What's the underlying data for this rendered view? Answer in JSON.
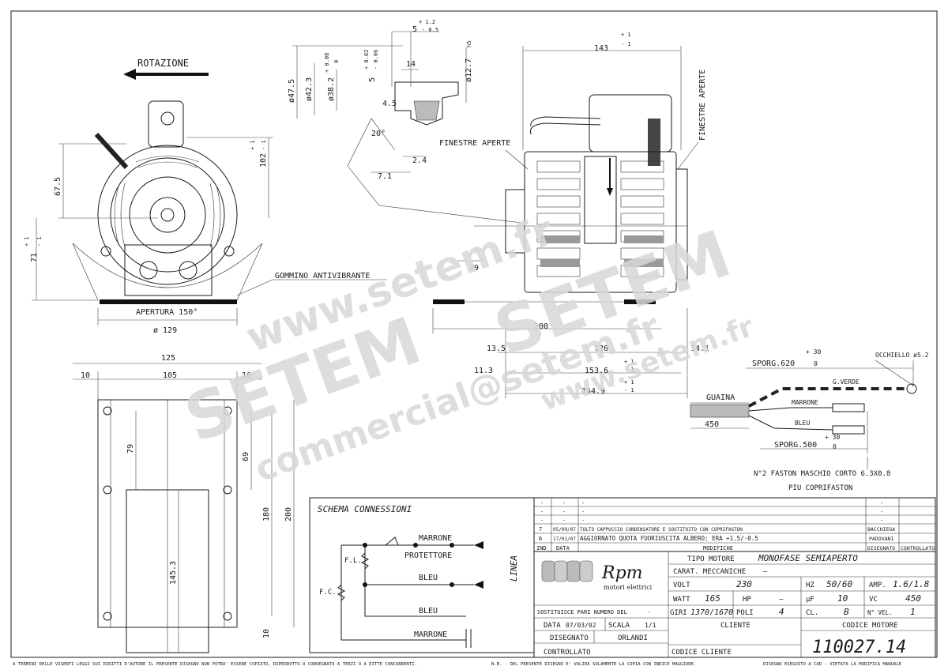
{
  "labels": {
    "rotation": "ROTAZIONE",
    "open_windows_1": "FINESTRE APERTE",
    "open_windows_2": "FINESTRE APERTE",
    "rubber_mount": "GOMMINO ANTIVIBRANTE",
    "opening": "APERTURA 150°",
    "sheath": "GUAINA",
    "green": "G.VERDE",
    "brown": "MARRONE",
    "blue": "BLEU",
    "eyelet": "OCCHIELLO ø5.2",
    "sporg_620": "SPORG.620",
    "sporg_500": "SPORG.500",
    "faston_1": "N°2 FASTON MASCHIO CORTO 6.3X0.8",
    "faston_2": "PIU COPRIFASTON",
    "tol_30a": "+ 30",
    "tol_0a": "0",
    "tol_30b": "+ 30",
    "tol_0b": "0"
  },
  "dims": {
    "d_5": "5",
    "d_5_tol_up": "+ 1.2",
    "d_5_tol_dn": "- 0.5",
    "d_14": "14",
    "d_12_7": "ø12.7",
    "d_h5": "h5",
    "d_47_5": "ø47.5",
    "d_42_3": "ø42.3",
    "d_38_2": "ø38.2",
    "d_38_tol_up": "+ 0.08",
    "d_38_tol_dn": "0",
    "d_5b": "5",
    "d_5b_tol_up": "+ 0.02",
    "d_5b_tol_dn": "- 0.06",
    "d_4_5": "4.5",
    "d_20": "20°",
    "d_2_4": "2.4",
    "d_7_1": "7.1",
    "d_67_5": "67.5",
    "d_102": "102",
    "d_102_tol_up": "+ 1",
    "d_102_tol_dn": "- 1",
    "d_71": "71",
    "d_71_tol_up": "+ 1",
    "d_71_tol_dn": "- 1",
    "d_129": "ø 129",
    "d_143": "143",
    "d_143_tol_up": "+ 1",
    "d_143_tol_dn": "- 1",
    "d_79_shaft": "79",
    "d_200_h": "200",
    "d_13_5": "13.5",
    "d_126": "126",
    "d_14_1": "14.1",
    "d_11_3": "11.3",
    "d_153_6": "153.6",
    "d_153_tol_up": "+ 1",
    "d_153_tol_dn": "- 1",
    "d_164_9": "164.9",
    "d_164_tol_up": "+ 1",
    "d_164_tol_dn": "- 1",
    "d_125": "125",
    "d_105": "105",
    "d_10a": "10",
    "d_10b": "10",
    "d_79": "79",
    "d_69": "69",
    "d_180": "180",
    "d_200": "200",
    "d_145_3": "145.3",
    "d_10c": "10",
    "d_450": "450"
  },
  "schema": {
    "title": "SCHEMA CONNESSIONI",
    "marrone_top": "MARRONE",
    "protettore": "PROTETTORE",
    "bleu_mid": "BLEU",
    "bleu_low": "BLEU",
    "marrone_bottom": "MARRONE",
    "fl": "F.L.",
    "fc": "F.C.",
    "linea": "LINEA"
  },
  "revisions": {
    "rows": [
      {
        "ind": "-",
        "data": "-",
        "mod": "-",
        "dis": "-",
        "ctrl": ""
      },
      {
        "ind": "-",
        "data": "-",
        "mod": "-",
        "dis": "-",
        "ctrl": ""
      },
      {
        "ind": "-",
        "data": "-",
        "mod": "-",
        "dis": "-",
        "ctrl": ""
      },
      {
        "ind": "7",
        "data": "05/09/07",
        "mod": "TOLTO CAPPUCCIO CONDENSATORE E SOSTITUITO CON COPRIFASTON",
        "dis": "BACCHIEGA",
        "ctrl": ""
      },
      {
        "ind": "6",
        "data": "17/01/07",
        "mod": "AGGIORNATO QUOTA FUORIUSCITA ALBERO; ERA +1.5/-0.5",
        "dis": "PADOVANI",
        "ctrl": ""
      }
    ],
    "head_ind": "IND",
    "head_data": "DATA",
    "head_mod": "MODIFICHE",
    "head_dis": "DISEGNATO",
    "head_ctrl": "CONTROLLATO"
  },
  "title_block": {
    "logo_text": "Rpm",
    "logo_sub": "motori elettrici",
    "tipo_label": "TIPO MOTORE",
    "tipo_value": "MONOFASE SEMIAPERTO",
    "carat_label": "CARAT. MECCANICHE",
    "carat_value": "—",
    "volt_label": "VOLT",
    "volt_value": "230",
    "hz_label": "HZ",
    "hz_value": "50/60",
    "amp_label": "AMP.",
    "amp_value": "1.6/1.8",
    "watt_label": "WATT",
    "watt_value": "165",
    "hp_label": "HP",
    "hp_value": "—",
    "uf_label": "µF",
    "uf_value": "10",
    "vc_label": "VC",
    "vc_value": "450",
    "giri_label": "GIRI",
    "giri_value": "1370/1670",
    "poli_label": "POLI",
    "poli_value": "4",
    "cl_label": "CL.",
    "cl_value": "B",
    "nvel_label": "N° VEL.",
    "nvel_value": "1",
    "sost_label": "SOSTITUISCE PARI NUMERO DEL",
    "sost_value": "-",
    "date_label": "DATA",
    "date_value": "07/03/02",
    "scala_label": "SCALA",
    "scala_value": "1/1",
    "disegnato_label": "DISEGNATO",
    "disegnato_value": "ORLANDI",
    "controllato_label": "CONTROLLATO",
    "cliente_label": "CLIENTE",
    "codice_cliente_label": "CODICE CLIENTE",
    "codice_motore_label": "CODICE MOTORE",
    "codice_motore_value": "110027.14"
  },
  "footer": {
    "left": "A TERMINI DELLE VIGENTI LEGGI SUI DIRITTI D'AUTORE IL PRESENTE DISEGNO NON POTRA' ESSERE COPIATO, RIPRODOTTO O CONSEGNATO A TERZI O A DITTE CONCORRENTI.",
    "mid": "N.B. - DEL PRESENTE DISEGNO E' VALIDA SOLAMENTE LA COPIA CON INDICE MAGGIORE.",
    "right": "DISEGNO ESEGUITO A CAD - VIETATA LA MODIFICA MANUALE"
  },
  "watermarks": {
    "w1": "www.setem.fr",
    "w2": "SETEM",
    "w3": "SETEM",
    "w4": "commercial@setem.fr",
    "w5": "www.setem.fr"
  },
  "colors": {
    "line": "#1a1a1a",
    "watermark": "#d8d8d8",
    "background": "#ffffff"
  }
}
